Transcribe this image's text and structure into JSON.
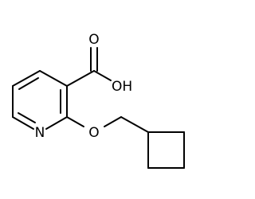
{
  "molecule": {
    "labels": {
      "carbonyl_oxygen": "O",
      "hydroxyl": "OH",
      "ring_nitrogen": "N",
      "ether_oxygen": "O"
    },
    "colors": {
      "bond": "#000000",
      "text": "#000000",
      "background": "#ffffff"
    }
  }
}
